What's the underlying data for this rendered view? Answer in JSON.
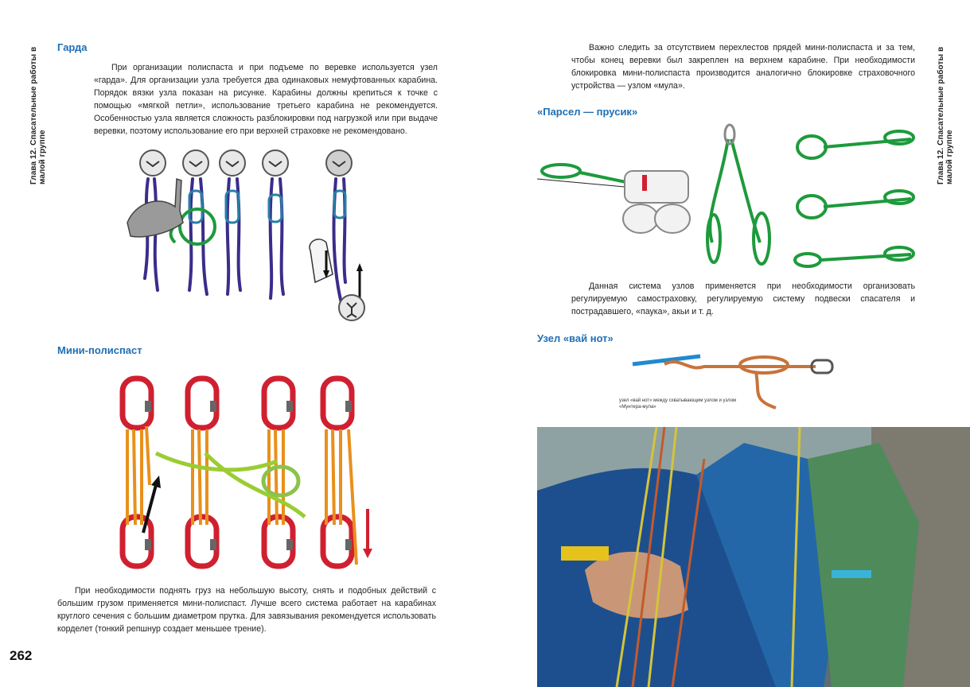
{
  "left_page": {
    "side_label": "Глава 12. Спасательные работы в малой группе",
    "page_number": "262",
    "garda": {
      "heading": "Гарда",
      "text": "При организации полиспаста и при подъеме по веревке используется узел «гарда». Для организации узла требуется два одинаковых немуфтованных карабина. Порядок вязки узла показан на рисунке. Карабины должны крепиться к точке с помощью «мягкой петли», использование третьего карабина не рекомендуется. Особенностью узла является сложность разблокировки под нагрузкой или при выдаче веревки, поэтому использование его при верхней страховке не рекомендовано."
    },
    "mini_polispast": {
      "heading": "Мини-полиспаст",
      "text": "При необходимости поднять груз на небольшую высоту, снять и подобных действий с большим грузом применяется мини-полиспаст. Лучше всего система работает на карабинах круглого сечения с большим диаметром прутка. Для завязывания рекомендуется использовать корделет (тонкий репшнур создает меньшее трение)."
    }
  },
  "right_page": {
    "side_label": "Глава 12. Спасательные работы в малой группе",
    "intro_text": "Важно следить за отсутствием перехлестов прядей мини-полиспаста и за тем, чтобы конец веревки был закреплен на верхнем карабине. При необходимости блокировка мини-полиспаста производится аналогично блокировке страховочного устройства — узлом «мула».",
    "parsel": {
      "heading": "«Парсел — прусик»",
      "text": "Данная система узлов применяется при необходимости организовать регулируемую самостраховку, регулируемую систему подвески спасателя и пострадавшего, «паука», акьи и т. д."
    },
    "vay_not": {
      "heading": "Узел «вай нот»",
      "caption": "узел «вай нот» между схватывающим узлом и узлом «Мунтера-мула»"
    }
  },
  "colors": {
    "heading_blue": "#1f6fb5",
    "rope_purple": "#3a2d8a",
    "rope_green": "#1e9a3c",
    "rope_orange": "#e8901c",
    "carabiner_red": "#d02030",
    "cord_lime": "#9acd32"
  }
}
